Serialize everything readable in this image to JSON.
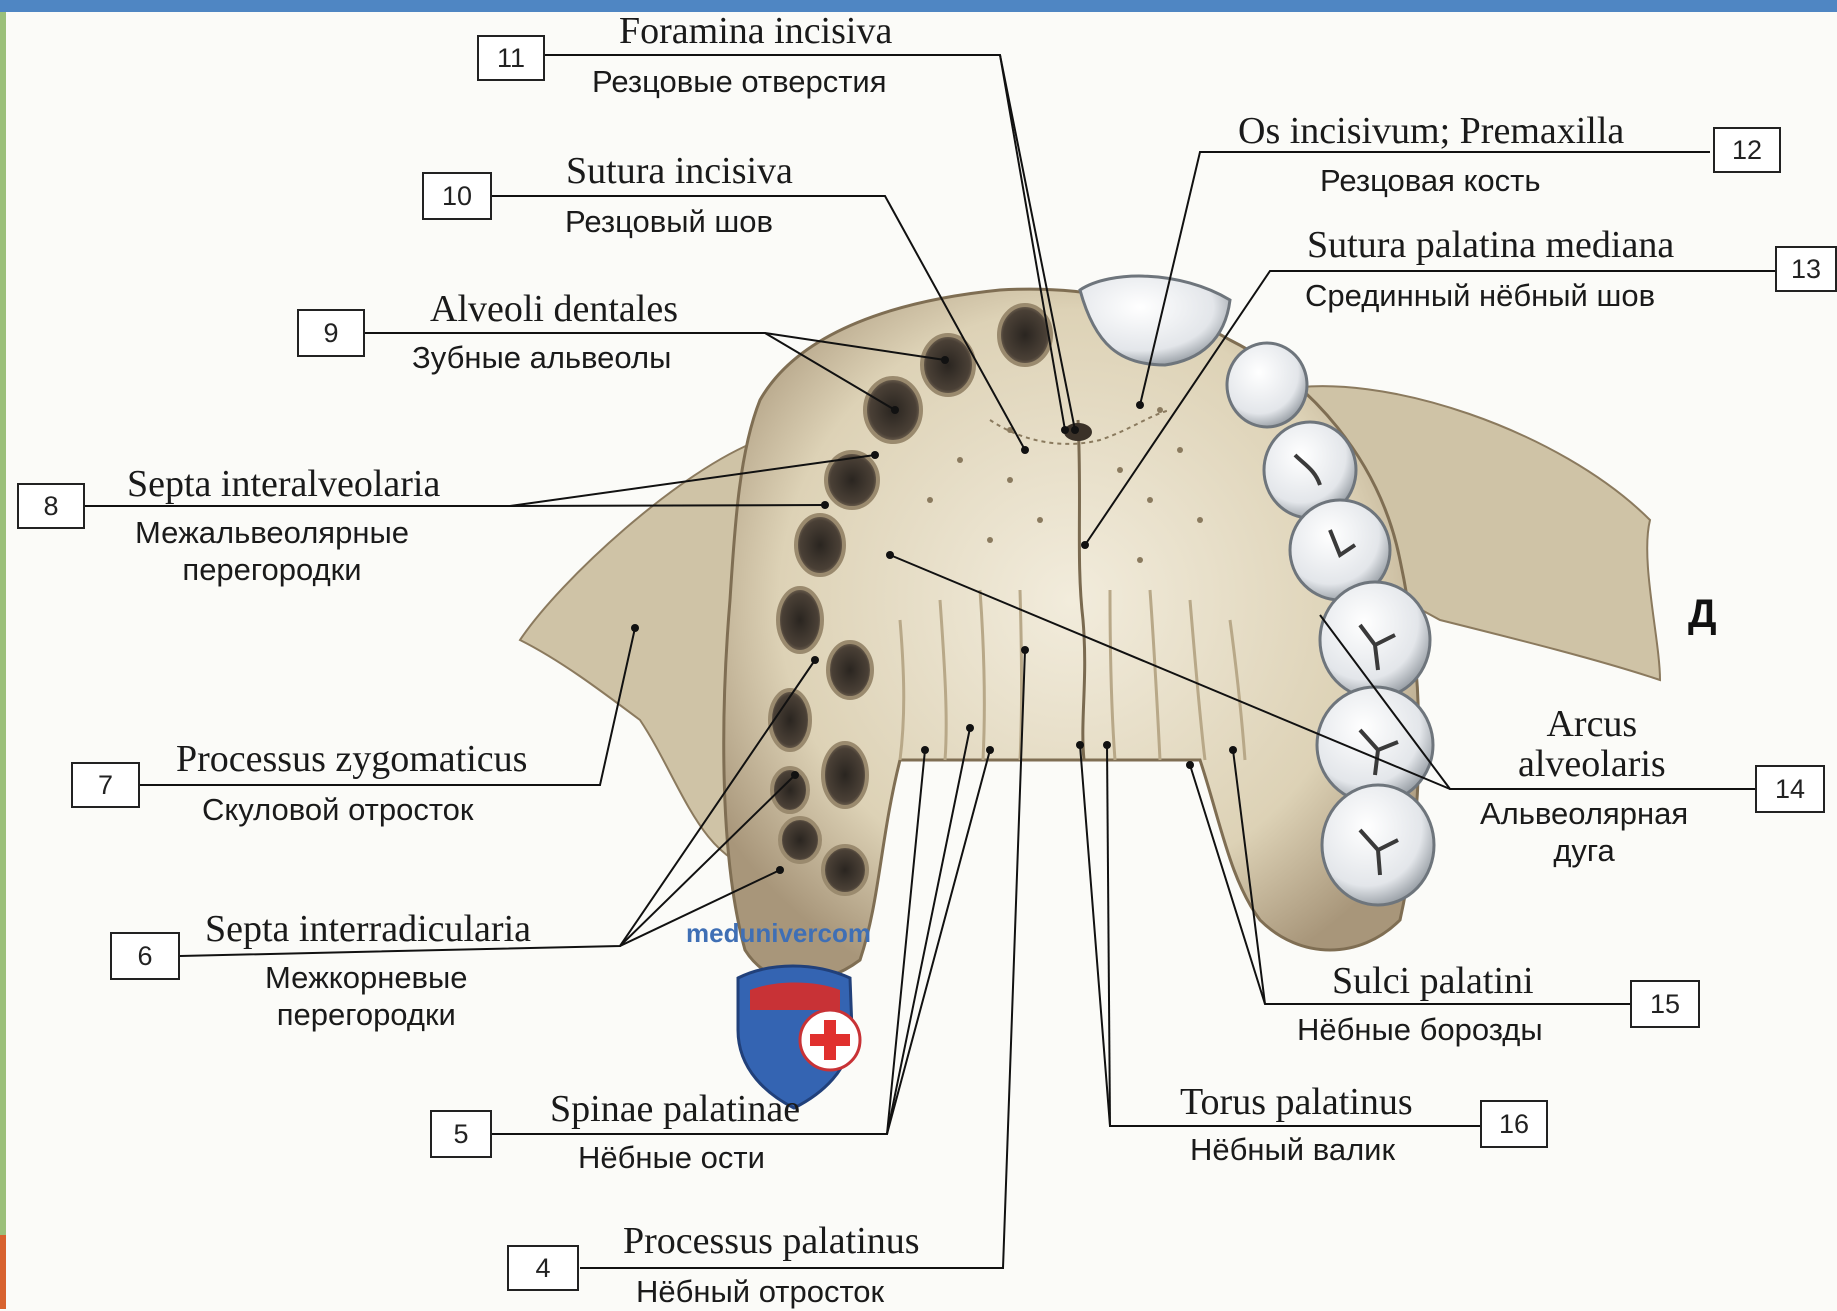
{
  "side_marker": "Д",
  "watermark": "medunivercom",
  "labels": [
    {
      "num": "11",
      "latin": "Foramina incisiva",
      "russian": "Резцовые отверстия"
    },
    {
      "num": "12",
      "latin": "Os incisivum; Premaxilla",
      "russian": "Резцовая кость"
    },
    {
      "num": "10",
      "latin": "Sutura incisiva",
      "russian": "Резцовый шов"
    },
    {
      "num": "13",
      "latin": "Sutura palatina mediana",
      "russian": "Срединный нёбный шов"
    },
    {
      "num": "9",
      "latin": "Alveoli dentales",
      "russian": "Зубные альвеолы"
    },
    {
      "num": "8",
      "latin": "Septa interalveolaria",
      "russian": "Межальвеолярные\nперегородки"
    },
    {
      "num": "7",
      "latin": "Processus zygomaticus",
      "russian": "Скуловой отросток"
    },
    {
      "num": "14",
      "latin": "Arcus\nalveolaris",
      "russian": "Альвеолярная\nдуга"
    },
    {
      "num": "6",
      "latin": "Septa interradicularia",
      "russian": "Межкорневые\nперегородки"
    },
    {
      "num": "15",
      "latin": "Sulci palatini",
      "russian": "Нёбные борозды"
    },
    {
      "num": "5",
      "latin": "Spinae palatinae",
      "russian": "Нёбные ости"
    },
    {
      "num": "16",
      "latin": "Torus palatinus",
      "russian": "Нёбный валик"
    },
    {
      "num": "4",
      "latin": "Processus palatinus",
      "russian": "Нёбный отросток"
    }
  ]
}
